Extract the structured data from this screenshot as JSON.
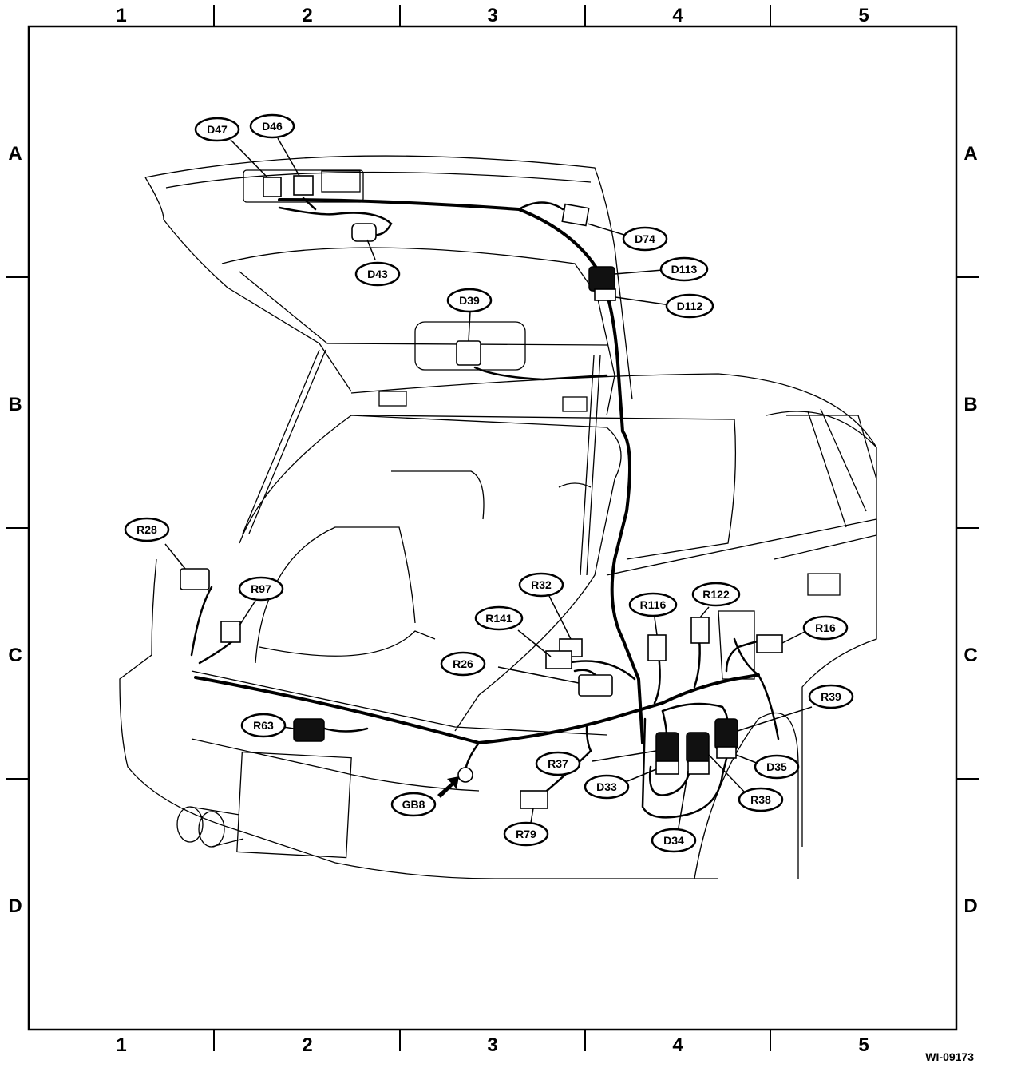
{
  "grid": {
    "columns": [
      "1",
      "2",
      "3",
      "4",
      "5"
    ],
    "rows": [
      "A",
      "B",
      "C",
      "D"
    ]
  },
  "figure_code": "WI-09173",
  "connectors": [
    "D47",
    "D46",
    "D74",
    "D43",
    "D113",
    "D112",
    "D39",
    "R28",
    "R97",
    "R32",
    "R116",
    "R122",
    "R141",
    "R16",
    "R26",
    "R39",
    "R63",
    "R37",
    "D35",
    "D33",
    "R38",
    "GB8",
    "R79",
    "D34"
  ]
}
